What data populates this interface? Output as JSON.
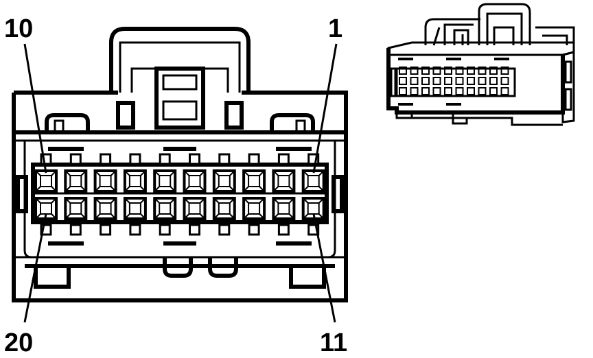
{
  "pin_labels": {
    "top_left": "10",
    "top_right": "1",
    "bottom_left": "20",
    "bottom_right": "11"
  },
  "connector": {
    "cavities_per_row": 10,
    "rows": 2
  }
}
